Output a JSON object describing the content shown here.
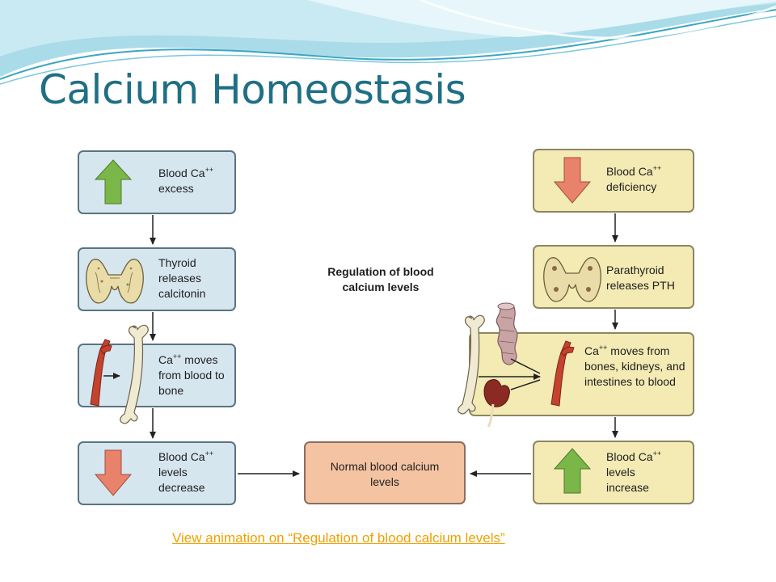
{
  "slide": {
    "title": "Calcium Homeostasis",
    "link_text": "View animation on “Regulation of blood calcium levels”"
  },
  "diagram": {
    "center_label": "Regulation of blood calcium levels",
    "left_column": [
      {
        "line1": "Blood Ca",
        "sup": "++",
        "rest": "excess",
        "icon": "up-arrow-icon"
      },
      {
        "line1": "Thyroid",
        "rest": "releases calcitonin",
        "icon": "thyroid-icon"
      },
      {
        "line1": "Ca",
        "sup": "++",
        "line1_after": " moves",
        "rest": "from blood to bone",
        "icon": "blood-vessel-bone-icon"
      },
      {
        "line1": "Blood Ca",
        "sup": "++",
        "rest": "levels decrease",
        "icon": "down-arrow-icon"
      }
    ],
    "right_column": [
      {
        "line1": "Blood Ca",
        "sup": "++",
        "rest": "deficiency",
        "icon": "down-arrow-icon"
      },
      {
        "line1": "Parathyroid",
        "rest": "releases PTH",
        "icon": "parathyroid-icon"
      },
      {
        "line1": "Ca",
        "sup": "++",
        "line1_after": " moves from",
        "rest": "bones, kidneys, and intestines to blood",
        "icon": "bone-kidney-intestine-vessel-icon"
      },
      {
        "line1": "Blood Ca",
        "sup": "++",
        "rest": "levels increase",
        "icon": "up-arrow-icon"
      }
    ],
    "normal_box": "Normal blood calcium levels",
    "colors": {
      "blue_box": "#d6e6ef",
      "yellow_box": "#f3eab4",
      "peach_box": "#f4c3a2",
      "green_arrow": "#7ab648",
      "red_arrow": "#e8826a",
      "title": "#1f6f85",
      "link": "#f0a000"
    }
  }
}
